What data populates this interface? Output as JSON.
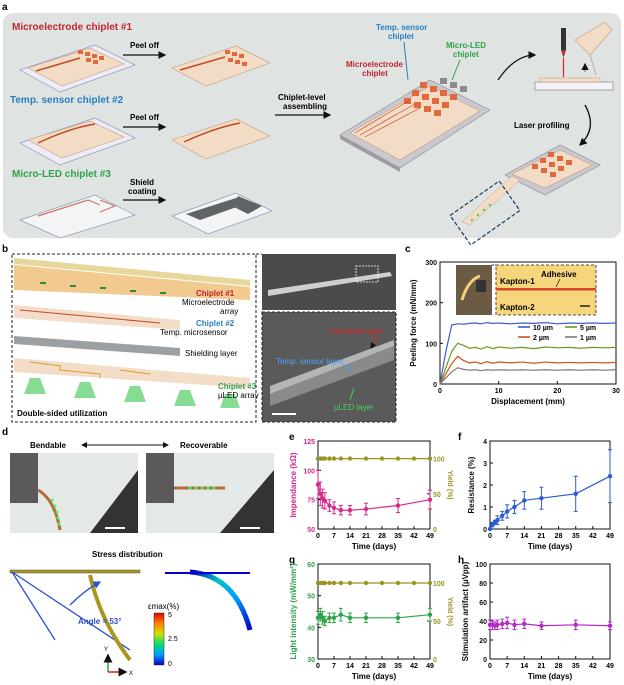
{
  "panel_letters": {
    "a": "a",
    "b": "b",
    "c": "c",
    "d": "d",
    "e": "e",
    "f": "f",
    "g": "g",
    "h": "h"
  },
  "panel_a": {
    "chiplet1_label": "Microelectrode chiplet #1",
    "chiplet2_label": "Temp. sensor chiplet #2",
    "chiplet3_label": "Micro-LED chiplet #3",
    "peel_off_1": "Peel off",
    "peel_off_2": "Peel off",
    "shield_1": "Shield",
    "shield_2": "coating",
    "assembling_1": "Chiplet-level",
    "assembling_2": "assembling",
    "temp_chiplet_1": "Temp. sensor",
    "temp_chiplet_2": "chiplet",
    "microled_chiplet_1": "Micro-LED",
    "microled_chiplet_2": "chiplet",
    "microelectrode_chiplet_1": "Microelectrode",
    "microelectrode_chiplet_2": "chiplet",
    "laser_profiling": "Laser profiling",
    "colors": {
      "red": "#c0282e",
      "blue": "#2a7fc1",
      "green": "#2ea34a",
      "background": "#dfe3e2"
    }
  },
  "panel_b": {
    "chiplet1_title": "Chiplet #1",
    "chiplet1_desc_1": "Microelectrode",
    "chiplet1_desc_2": "array",
    "chiplet2_title": "Chiplet #2",
    "chiplet2_desc": "Temp. microsensor",
    "shielding": "Shielding layer",
    "chiplet3_title": "Chiplet #3",
    "chiplet3_desc": "µLED array",
    "double_sided": "Double-sided utilization",
    "sem_electrode": "Electrode layer",
    "sem_temp": "Temp. sensor layer",
    "sem_led": "µLED layer"
  },
  "panel_d": {
    "bendable": "Bendable",
    "recoverable": "Recoverable",
    "stress_title": "Stress distribution",
    "angle": "Angle = 53°",
    "colorbar_title": "εmax(%)",
    "colorbar_ticks": [
      "5",
      "2.5",
      "0"
    ],
    "axis_y": "Y",
    "axis_x": "X"
  },
  "chart_data": [
    {
      "panel": "c",
      "type": "line",
      "xlabel": "Displacement (mm)",
      "ylabel": "Peeling force (mN/mm)",
      "xlim": [
        0,
        30
      ],
      "ylim": [
        0,
        300
      ],
      "xticks": [
        "0",
        "10",
        "20",
        "30"
      ],
      "yticks": [
        "0",
        "100",
        "200",
        "300"
      ],
      "inset_labels": {
        "adhesive": "Adhesive",
        "kapton1": "Kapton-1",
        "kapton2": "Kapton-2"
      },
      "legend_placement": "center-right",
      "series": [
        {
          "name": "10 µm",
          "color": "#3d5bd9",
          "x": [
            0,
            1,
            2,
            3,
            4,
            5,
            6,
            7,
            8,
            9,
            10,
            12,
            14,
            16,
            18,
            20,
            22,
            24,
            26,
            28,
            30
          ],
          "values": [
            0,
            80,
            145,
            148,
            147,
            149,
            150,
            148,
            151,
            149,
            150,
            148,
            150,
            149,
            151,
            148,
            150,
            149,
            150,
            149,
            150
          ]
        },
        {
          "name": "5 µm",
          "color": "#6a9a1f",
          "x": [
            0,
            1,
            2,
            3,
            4,
            5,
            6,
            7,
            8,
            9,
            10,
            12,
            14,
            16,
            18,
            20,
            22,
            24,
            26,
            28,
            30
          ],
          "values": [
            0,
            40,
            80,
            100,
            95,
            88,
            90,
            86,
            92,
            87,
            91,
            88,
            90,
            87,
            91,
            89,
            90,
            88,
            90,
            89,
            90
          ]
        },
        {
          "name": "2 µm",
          "color": "#d2521d",
          "x": [
            0,
            1,
            2,
            3,
            4,
            5,
            6,
            7,
            8,
            9,
            10,
            12,
            14,
            16,
            18,
            20,
            22,
            24,
            26,
            28,
            30
          ],
          "values": [
            0,
            25,
            50,
            68,
            58,
            52,
            54,
            50,
            55,
            51,
            54,
            52,
            54,
            51,
            54,
            52,
            53,
            52,
            53,
            52,
            53
          ]
        },
        {
          "name": "1 µm",
          "color": "#7a7a7a",
          "x": [
            0,
            1,
            2,
            3,
            4,
            5,
            6,
            7,
            8,
            9,
            10,
            12,
            14,
            16,
            18,
            20,
            22,
            24,
            26,
            28,
            30
          ],
          "values": [
            0,
            15,
            30,
            40,
            36,
            34,
            35,
            33,
            35,
            34,
            35,
            34,
            35,
            34,
            35,
            34,
            35,
            34,
            35,
            34,
            35
          ]
        }
      ]
    },
    {
      "panel": "e",
      "type": "line",
      "xlabel": "Time (days)",
      "ylabel": "Impendance (kΩ)",
      "ylabel2": "Yield (%)",
      "xticks": [
        "0",
        "7",
        "14",
        "21",
        "28",
        "35",
        "42",
        "49"
      ],
      "yticks": [
        "50",
        "75",
        "100",
        "125"
      ],
      "yticks2": [
        "0",
        "50",
        "100"
      ],
      "ylim": [
        50,
        125
      ],
      "ylim2": [
        0,
        125
      ],
      "series": [
        {
          "name": "Impedance",
          "color": "#d6288e",
          "x": [
            0,
            1,
            2,
            3,
            5,
            7,
            10,
            14,
            21,
            35,
            49
          ],
          "values": [
            88,
            80,
            76,
            74,
            70,
            68,
            66,
            66,
            67,
            70,
            75
          ],
          "err": [
            12,
            10,
            8,
            7,
            5,
            5,
            4,
            4,
            5,
            6,
            8
          ]
        },
        {
          "name": "Yield",
          "color": "#9a9426",
          "axis": "right",
          "x": [
            0,
            1,
            2,
            3,
            5,
            7,
            10,
            14,
            21,
            28,
            35,
            42,
            49
          ],
          "values": [
            100,
            100,
            100,
            100,
            100,
            100,
            100,
            100,
            100,
            100,
            100,
            100,
            100
          ]
        }
      ]
    },
    {
      "panel": "f",
      "type": "line",
      "xlabel": "Time (days)",
      "ylabel": "Resistance (%)",
      "xticks": [
        "0",
        "7",
        "14",
        "21",
        "28",
        "35",
        "42",
        "49"
      ],
      "yticks": [
        "0",
        "1",
        "2",
        "3",
        "4"
      ],
      "ylim": [
        0,
        4
      ],
      "series": [
        {
          "name": "Resistance",
          "color": "#2b5bd6",
          "x": [
            0,
            1,
            2,
            3,
            5,
            7,
            10,
            14,
            21,
            35,
            49
          ],
          "values": [
            0,
            0.2,
            0.3,
            0.4,
            0.6,
            0.8,
            1.0,
            1.3,
            1.4,
            1.6,
            2.4
          ],
          "err": [
            0,
            0.1,
            0.1,
            0.2,
            0.2,
            0.3,
            0.3,
            0.4,
            0.5,
            0.8,
            1.2
          ]
        }
      ]
    },
    {
      "panel": "g",
      "type": "line",
      "xlabel": "Time (days)",
      "ylabel": "Light intensity (mW/mm²)",
      "ylabel2": "Yield (%)",
      "xticks": [
        "0",
        "7",
        "14",
        "21",
        "28",
        "35",
        "42",
        "49"
      ],
      "yticks": [
        "30",
        "40",
        "50",
        "60"
      ],
      "yticks2": [
        "0",
        "50",
        "100"
      ],
      "ylim": [
        30,
        60
      ],
      "ylim2": [
        0,
        125
      ],
      "series": [
        {
          "name": "Light intensity",
          "color": "#2ea34a",
          "x": [
            0,
            1,
            2,
            3,
            5,
            7,
            10,
            14,
            21,
            35,
            49
          ],
          "values": [
            43,
            44,
            43,
            42,
            43,
            43,
            44,
            43,
            43,
            43,
            44
          ],
          "err": [
            2,
            2,
            2,
            1.5,
            1.5,
            1.5,
            2,
            1.5,
            1.5,
            1.5,
            2
          ]
        },
        {
          "name": "Yield",
          "color": "#9a9426",
          "axis": "right",
          "x": [
            0,
            1,
            2,
            3,
            5,
            7,
            10,
            14,
            21,
            28,
            35,
            42,
            49
          ],
          "values": [
            100,
            100,
            100,
            100,
            100,
            100,
            100,
            100,
            100,
            100,
            100,
            100,
            100
          ]
        }
      ]
    },
    {
      "panel": "h",
      "type": "line",
      "xlabel": "Time (days)",
      "ylabel": "Stimulation artifact (µVpp)",
      "xticks": [
        "0",
        "7",
        "14",
        "21",
        "28",
        "35",
        "42",
        "49"
      ],
      "yticks": [
        "0",
        "20",
        "40",
        "60",
        "80",
        "100"
      ],
      "ylim": [
        0,
        100
      ],
      "series": [
        {
          "name": "Artifact",
          "color": "#b02cc4",
          "x": [
            0,
            1,
            2,
            3,
            5,
            7,
            10,
            14,
            21,
            35,
            49
          ],
          "values": [
            36,
            36,
            35,
            36,
            37,
            38,
            36,
            37,
            35,
            36,
            35
          ],
          "err": [
            5,
            5,
            4,
            5,
            5,
            6,
            5,
            5,
            4,
            5,
            4
          ]
        }
      ]
    }
  ]
}
